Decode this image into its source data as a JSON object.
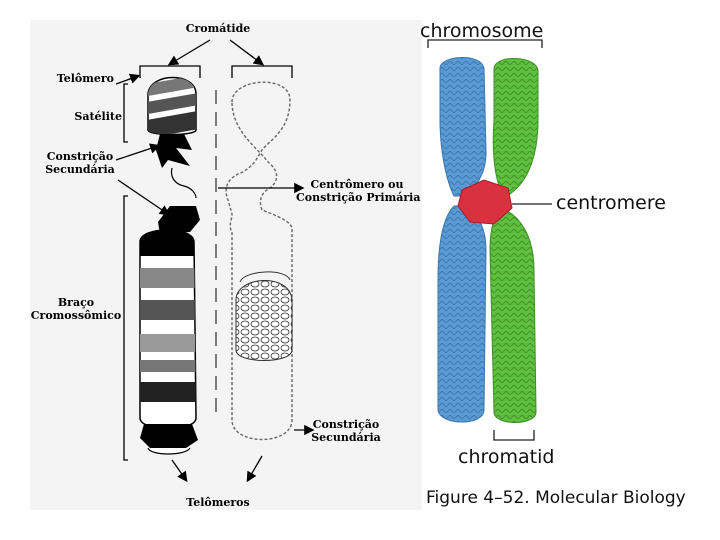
{
  "left_diagram": {
    "labels": {
      "cromatide": "Cromátide",
      "telomero": "Telômero",
      "satelite": "Satélite",
      "constricao_secundaria_top": "Constrição\nSecundária",
      "centromero": "Centrômero ou\nConstrição Primária",
      "braco": "Braço\nCromossômico",
      "constricao_secundaria_bottom": "Constrição\nSecundária",
      "telomeros": "Telômeros"
    }
  },
  "right_diagram": {
    "labels": {
      "chromosome": "chromosome",
      "centromere": "centromere",
      "chromatid": "chromatid"
    },
    "colors": {
      "left_chromatid": "#5b9bd5",
      "right_chromatid": "#5cbd3c",
      "centromere": "#d9313f"
    }
  },
  "caption": "Figure 4–52. Molecular Biology"
}
